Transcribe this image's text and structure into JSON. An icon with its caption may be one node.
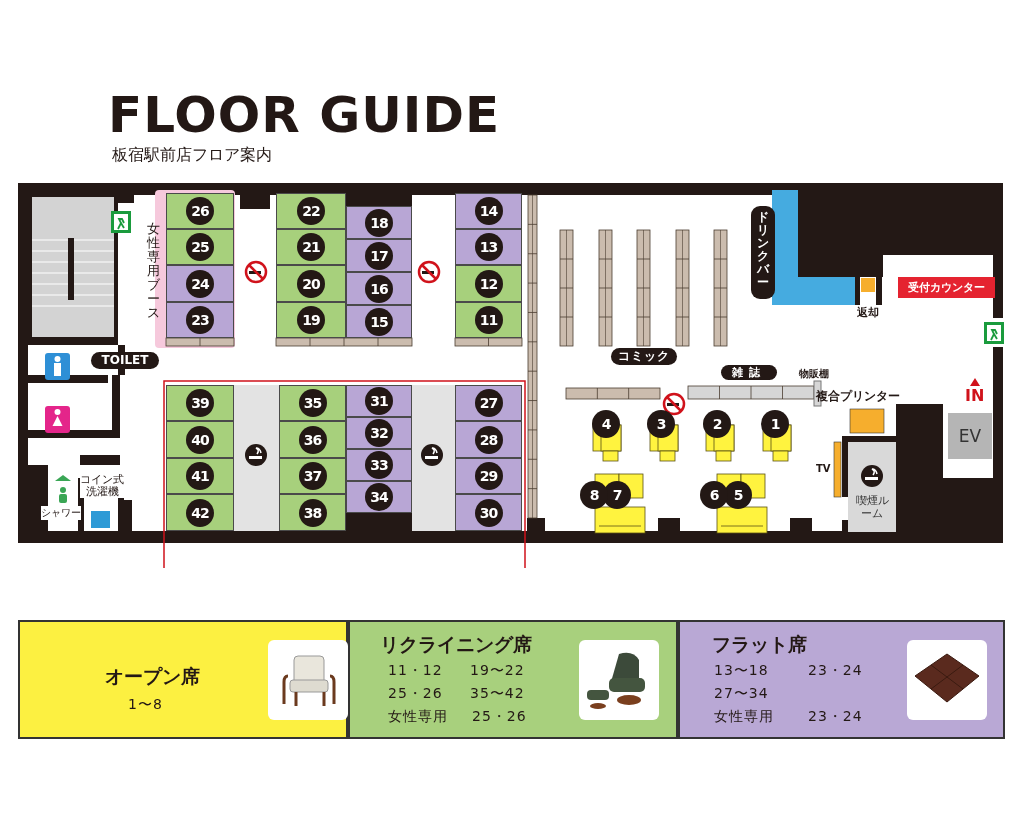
{
  "diagram": {
    "title": "FLOOR GUIDE",
    "caption": "板宿駅前店フロア案内",
    "nodes": [
      {
        "text": [
          "1"
        ]
      },
      {
        "text": [
          "2"
        ]
      },
      {
        "text": [
          "3"
        ]
      },
      {
        "text": [
          "4"
        ]
      },
      {
        "text": [
          "5"
        ]
      },
      {
        "text": [
          "6"
        ]
      },
      {
        "text": [
          "7"
        ]
      },
      {
        "text": [
          "8"
        ]
      },
      {
        "text": [
          "11"
        ]
      },
      {
        "text": [
          "12"
        ]
      },
      {
        "text": [
          "13"
        ]
      },
      {
        "text": [
          "14"
        ]
      },
      {
        "text": [
          "15"
        ]
      },
      {
        "text": [
          "16"
        ]
      },
      {
        "text": [
          "17"
        ]
      },
      {
        "text": [
          "18"
        ]
      },
      {
        "text": [
          "19"
        ]
      },
      {
        "text": [
          "20"
        ]
      },
      {
        "text": [
          "21"
        ]
      },
      {
        "text": [
          "22"
        ]
      },
      {
        "text": [
          "23"
        ]
      },
      {
        "text": [
          "24"
        ]
      },
      {
        "text": [
          "25"
        ]
      },
      {
        "text": [
          "26"
        ]
      },
      {
        "text": [
          "27"
        ]
      },
      {
        "text": [
          "28"
        ]
      },
      {
        "text": [
          "29"
        ]
      },
      {
        "text": [
          "30"
        ]
      },
      {
        "text": [
          "31"
        ]
      },
      {
        "text": [
          "32"
        ]
      },
      {
        "text": [
          "33"
        ]
      },
      {
        "text": [
          "34"
        ]
      },
      {
        "text": [
          "35"
        ]
      },
      {
        "text": [
          "36"
        ]
      },
      {
        "text": [
          "37"
        ]
      },
      {
        "text": [
          "38"
        ]
      },
      {
        "text": [
          "39"
        ]
      },
      {
        "text": [
          "40"
        ]
      },
      {
        "text": [
          "41"
        ]
      },
      {
        "text": [
          "42"
        ]
      },
      {
        "text": [
          "TOILET"
        ]
      },
      {
        "text": [
          "ドリンクバー"
        ]
      },
      {
        "text": [
          "受付カウンター"
        ]
      },
      {
        "text": [
          "コミック"
        ]
      },
      {
        "text": [
          "雑誌"
        ]
      },
      {
        "text": [
          "EV"
        ]
      },
      {
        "text": [
          "喫煙ルーム"
        ]
      },
      {
        "text": [
          "オープン席",
          "1〜8"
        ]
      },
      {
        "text": [
          "リクライニング席",
          "11・12",
          "19〜22",
          "25・26",
          "35〜42",
          "女性専用",
          "25・26"
        ]
      },
      {
        "text": [
          "フラット席",
          "13〜18",
          "23・24",
          "27〜34",
          "女性専用",
          "23・24"
        ]
      },
      {
        "text": [],
        "shape": "box"
      }
    ],
    "labels": [
      "女性専用ブース",
      "返却",
      "物販棚",
      "IN",
      "複合プリンター",
      "TV",
      "コイン式洗濯機",
      "シャワー"
    ]
  }
}
